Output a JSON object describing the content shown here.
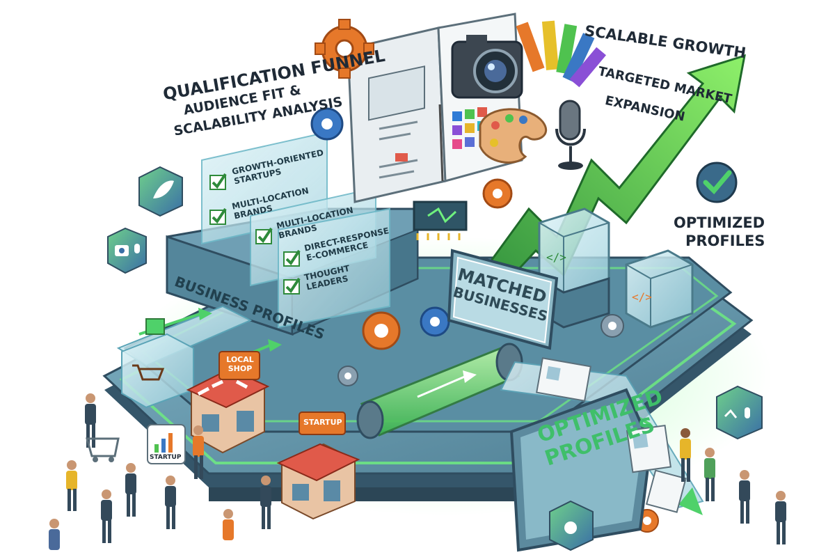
{
  "labels": {
    "qualification_funnel": "QUALIFICATION FUNNEL",
    "audience_fit": "AUDIENCE FIT &",
    "scalability_analysis": "SCALABILITY ANALYSIS",
    "scalable_growth": "SCALABLE GROWTH",
    "targeted_market": "TARGETED MARKET",
    "expansion": "EXPANSION",
    "optimized_profiles_line1": "OPTIMIZED",
    "optimized_profiles_line2": "PROFILES",
    "business_profiles": "BUSINESS PROFILES",
    "matched_line1": "MATCHED",
    "matched_line2": "BUSINESSES",
    "optimized_panel_line1": "OPTIMIZED",
    "optimized_panel_line2": "PROFILES",
    "local_shop_line1": "LOCAL",
    "local_shop_line2": "SHOP",
    "startup_sign": "STARTUP",
    "startup_bubble": "STARTUP"
  },
  "criteria": [
    {
      "line1": "GROWTH-ORIENTED",
      "line2": "STARTUPS"
    },
    {
      "line1": "MULTI-LOCATION",
      "line2": "BRANDS"
    },
    {
      "line1": "MULTI-LOCATION",
      "line2": "BRANDS"
    },
    {
      "line1": "DIRECT-RESPONSE",
      "line2": "E-COMMERCE"
    },
    {
      "line1": "THOUGHT",
      "line2": "LEADERS"
    }
  ],
  "icons": [
    "gear-icon",
    "camera-icon",
    "microphone-icon",
    "palette-icon",
    "color-swatch-icon",
    "check-badge-icon",
    "growth-arrow-icon",
    "code-icon",
    "shopping-cart-icon",
    "shop-icon",
    "chip-icon",
    "document-icon"
  ],
  "colors": {
    "accent_green": "#4fd16a",
    "growth_arrow": "#3fbf4e",
    "platform": "#3f6e84",
    "gear_orange": "#e6782a",
    "gear_blue": "#3a78c4",
    "text_dark": "#1f2a36"
  }
}
